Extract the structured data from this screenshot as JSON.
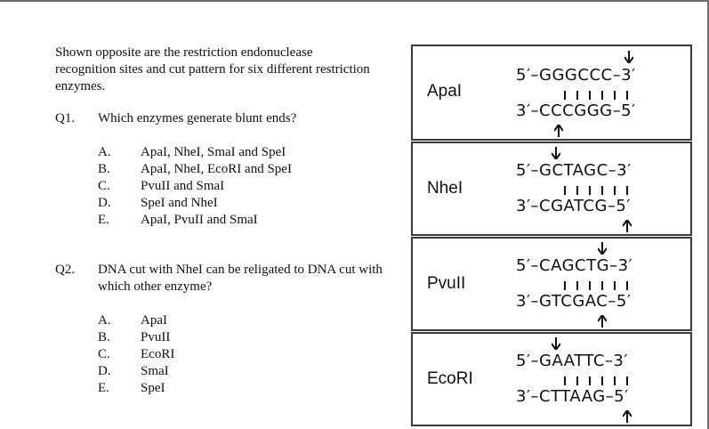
{
  "intro": "Shown opposite are the restriction endonuclease recognition sites and cut pattern for six different restriction enzymes.",
  "q1": {
    "number": "Q1.",
    "text": "Which enzymes generate blunt ends?",
    "options": [
      {
        "letter": "A.",
        "text": "ApaI, NheI, SmaI and SpeI"
      },
      {
        "letter": "B.",
        "text": "ApaI, NheI, EcoRI and SpeI"
      },
      {
        "letter": "C.",
        "text": "PvuII and SmaI"
      },
      {
        "letter": "D.",
        "text": "SpeI and NheI"
      },
      {
        "letter": "E.",
        "text": "ApaI, PvuII and SmaI"
      }
    ]
  },
  "q2": {
    "number": "Q2.",
    "text": "DNA cut with NheI can be religated to DNA cut with which other enzyme?",
    "options": [
      {
        "letter": "A.",
        "text": "ApaI"
      },
      {
        "letter": "B.",
        "text": "PvuII"
      },
      {
        "letter": "C.",
        "text": "EcoRI"
      },
      {
        "letter": "D.",
        "text": "SmaI"
      },
      {
        "letter": "E.",
        "text": "SpeI"
      }
    ]
  },
  "enzymes": [
    {
      "name": "ApaI",
      "top": "5′–GGGCCC–3′",
      "bottom": "3′–CCCGGG–5′"
    },
    {
      "name": "NheI",
      "top": "5′–GCTAGC–3′",
      "bottom": "3′–CGATCG–5′"
    },
    {
      "name": "PvuII",
      "top": "5′–CAGCTG–3′",
      "bottom": "3′–GTCGAC–5′"
    },
    {
      "name": "EcoRI",
      "top": "5′–GAATTC–3′",
      "bottom": "3′–CTTAAG–5′"
    }
  ]
}
